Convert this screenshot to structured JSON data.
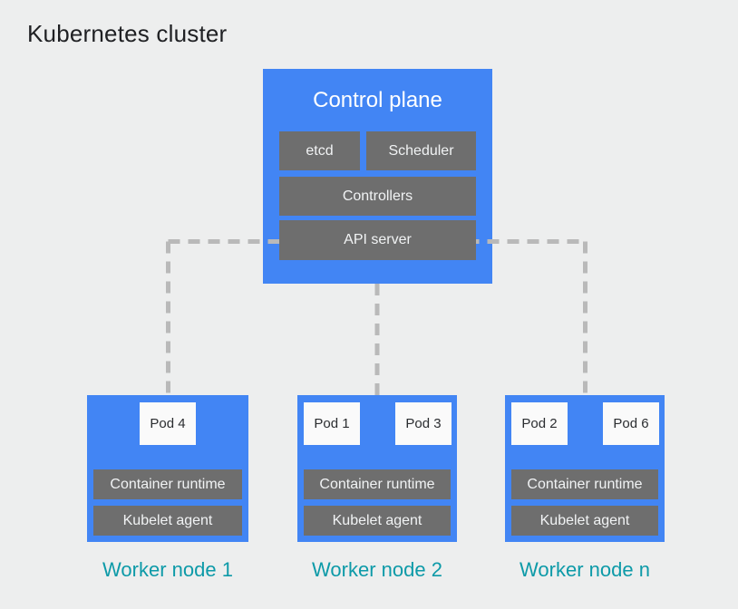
{
  "diagram": {
    "title": "Kubernetes cluster"
  },
  "control_plane": {
    "label": "Control plane",
    "components": {
      "etcd": "etcd",
      "scheduler": "Scheduler",
      "controllers": "Controllers",
      "api_server": "API server"
    }
  },
  "worker_nodes": [
    {
      "label": "Worker node 1",
      "pods": [
        "Pod 4"
      ],
      "components": [
        "Container runtime",
        "Kubelet agent"
      ]
    },
    {
      "label": "Worker node 2",
      "pods": [
        "Pod 1",
        "Pod 3"
      ],
      "components": [
        "Container runtime",
        "Kubelet agent"
      ]
    },
    {
      "label": "Worker node n",
      "pods": [
        "Pod 2",
        "Pod 6"
      ],
      "components": [
        "Container runtime",
        "Kubelet agent"
      ]
    }
  ],
  "colors": {
    "background": "#edeeee",
    "node_blue": "#4285f4",
    "component_gray": "#6e6e6e",
    "component_text": "#f1f3f4",
    "pod_background": "#fafafa",
    "pod_text": "#2b2d30",
    "title_text": "#1f2023",
    "worker_label_teal": "#0d9aa8",
    "connector_gray": "#b9b9b9"
  }
}
